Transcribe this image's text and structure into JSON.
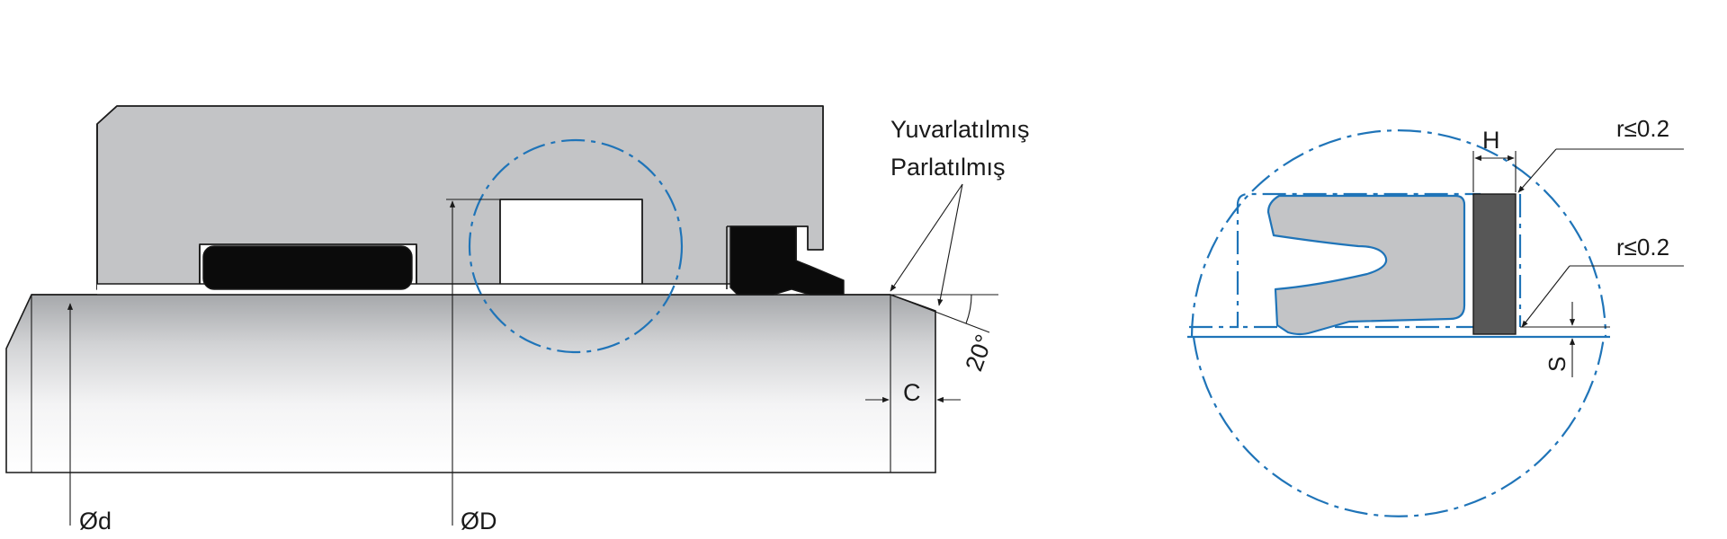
{
  "labels": {
    "surface_line1": "Yuvarlatılmış",
    "surface_line2": "Parlatılmış",
    "angle": "20°",
    "chamfer": "C",
    "rod_diameter": "Ød",
    "bore_diameter": "ØD",
    "radius_top": "r≤0.2",
    "radius_bottom": "r≤0.2",
    "width": "H",
    "gap": "S"
  },
  "colors": {
    "housing_fill": "#c3c4c6",
    "seal_black": "#0b0b0b",
    "ring_dark": "#575757",
    "detail_blue": "#1f74b8",
    "outline": "#1a1a1a"
  }
}
